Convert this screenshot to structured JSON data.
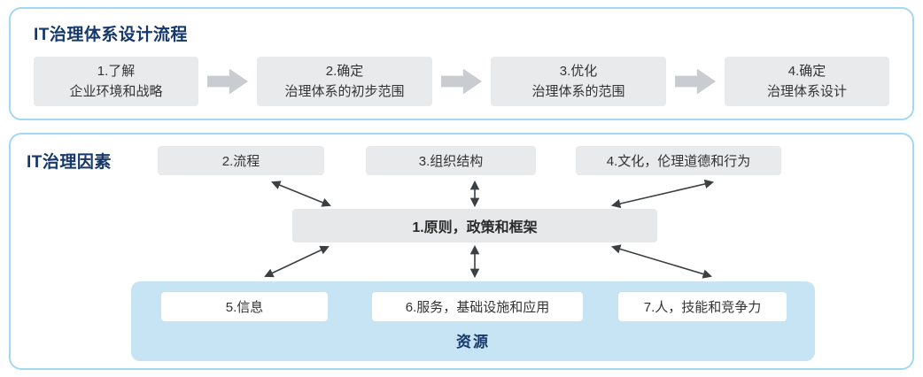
{
  "process": {
    "title": "IT治理体系设计流程",
    "steps": [
      {
        "line1": "1.了解",
        "line2": "企业环境和战略"
      },
      {
        "line1": "2.确定",
        "line2": "治理体系的初步范围"
      },
      {
        "line1": "3.优化",
        "line2": "治理体系的范围"
      },
      {
        "line1": "4.确定",
        "line2": "治理体系设计"
      }
    ]
  },
  "factors": {
    "title": "IT治理因素",
    "top": [
      "2.流程",
      "3.组织结构",
      "4.文化，伦理道德和行为"
    ],
    "center": "1.原则，政策和框架",
    "resources": [
      "5.信息",
      "6.服务，基础设施和应用",
      "7.人，技能和竞争力"
    ],
    "resources_label": "资源"
  },
  "icons": {
    "flow_arrow": "block-arrow-right",
    "link_arrow": "double-headed-arrow"
  },
  "colors": {
    "panel_border": "#a4d7f0",
    "title_text": "#16386b",
    "gray_box_fill": "#e9eaeb",
    "flow_arrow_fill": "#c9ccd1",
    "resource_area_fill": "#c6e4f4",
    "resource_box_fill": "#ffffff",
    "link_arrow_stroke": "#3c4043",
    "body_text": "#333333"
  }
}
